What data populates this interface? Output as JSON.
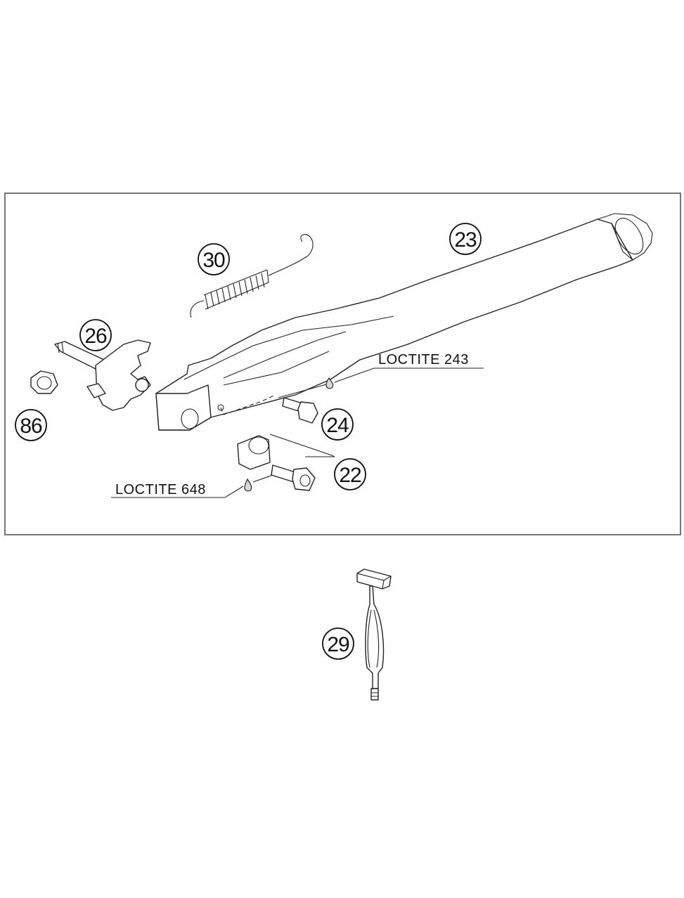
{
  "callouts": {
    "c23": "23",
    "c30": "30",
    "c26": "26",
    "c86": "86",
    "c24": "24",
    "c22": "22",
    "c29": "29"
  },
  "notes": {
    "loctite_243": "LOCTITE 243",
    "loctite_648": "LOCTITE 648"
  },
  "colors": {
    "line": "#222222",
    "frame": "#555555",
    "background": "#ffffff"
  }
}
